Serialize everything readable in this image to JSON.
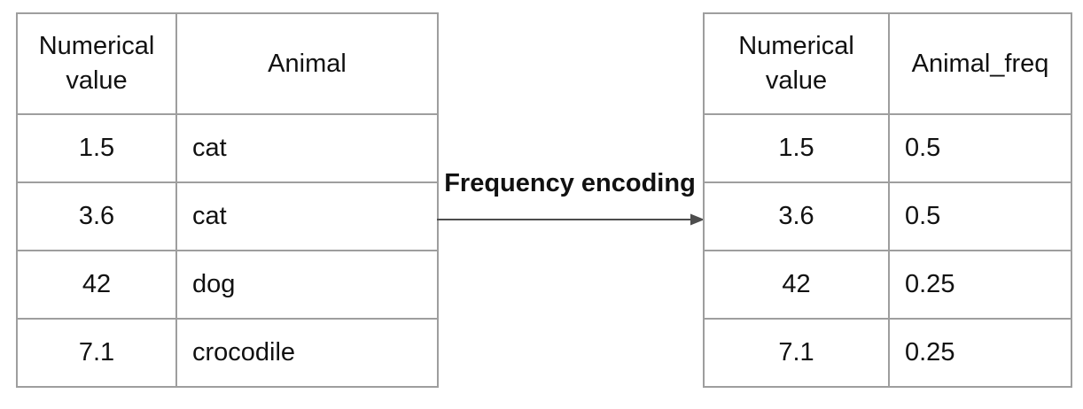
{
  "diagram": {
    "transform": {
      "label": "Frequency encoding"
    }
  },
  "left_table": {
    "headers": [
      "Numerical value",
      "Animal"
    ],
    "rows": [
      [
        "1.5",
        "cat"
      ],
      [
        "3.6",
        "cat"
      ],
      [
        "42",
        "dog"
      ],
      [
        "7.1",
        "crocodile"
      ]
    ]
  },
  "right_table": {
    "headers": [
      "Numerical value",
      "Animal_freq"
    ],
    "rows": [
      [
        "1.5",
        "0.5"
      ],
      [
        "3.6",
        "0.5"
      ],
      [
        "42",
        "0.25"
      ],
      [
        "7.1",
        "0.25"
      ]
    ]
  },
  "colors": {
    "background": "#ffffff",
    "border": "#9e9e9e",
    "text": "#111111",
    "arrow": "#4d4d4d"
  }
}
